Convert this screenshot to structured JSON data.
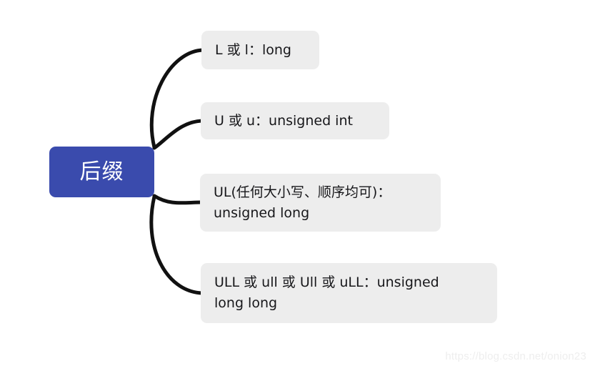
{
  "diagram": {
    "type": "mind-map",
    "root": {
      "label": "后缀",
      "color": "#3a4bad",
      "text_color": "#ffffff"
    },
    "node_color": "#ededed",
    "node_text_color": "#17171a",
    "connector_color": "#111111",
    "branches": [
      {
        "label": "L 或 l：long"
      },
      {
        "label": "U 或 u：unsigned int"
      },
      {
        "label": "UL(任何大小写、顺序均可)：\nunsigned long"
      },
      {
        "label": "ULL 或 ull 或 Ull 或 uLL：unsigned\nlong long"
      }
    ]
  },
  "watermark": {
    "text": "https://blog.csdn.net/onion23"
  }
}
